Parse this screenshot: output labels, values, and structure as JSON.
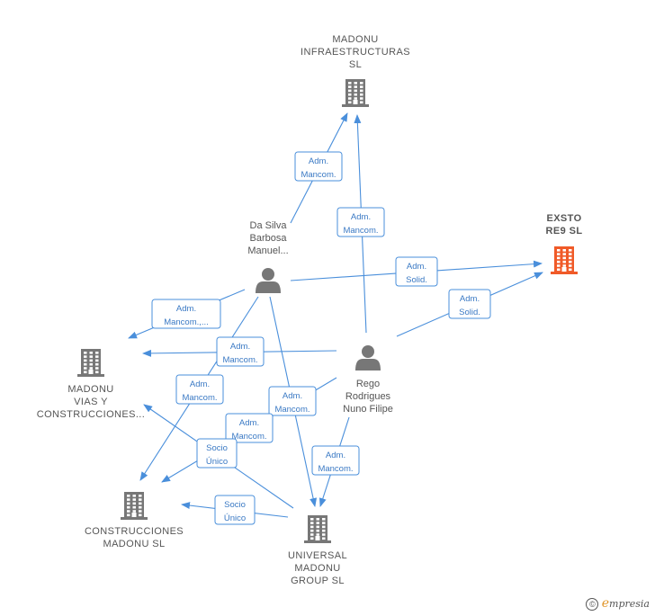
{
  "colors": {
    "accent": "#4a8fdb",
    "building": "#777777",
    "highlight": "#f05a28",
    "person": "#777777"
  },
  "nodes": [
    {
      "id": "madonu_infra",
      "type": "company",
      "label": [
        "MADONU",
        "INFRAESTRUCTURAS",
        "SL"
      ]
    },
    {
      "id": "exsto",
      "type": "company",
      "highlight": true,
      "label": [
        "EXSTO",
        "RE9 SL"
      ]
    },
    {
      "id": "da_silva",
      "type": "person",
      "label": [
        "Da Silva",
        "Barbosa",
        "Manuel..."
      ]
    },
    {
      "id": "rego",
      "type": "person",
      "label": [
        "Rego",
        "Rodrigues",
        "Nuno Filipe"
      ]
    },
    {
      "id": "madonu_vias",
      "type": "company",
      "label": [
        "MADONU",
        "VIAS Y",
        "CONSTRUCCIONES..."
      ]
    },
    {
      "id": "construcciones",
      "type": "company",
      "label": [
        "CONSTRUCCIONES",
        "MADONU SL"
      ]
    },
    {
      "id": "universal",
      "type": "company",
      "label": [
        "UNIVERSAL",
        "MADONU",
        "GROUP SL"
      ]
    }
  ],
  "edges": [
    {
      "from": "da_silva",
      "to": "madonu_infra",
      "label": [
        "Adm.",
        "Mancom."
      ]
    },
    {
      "from": "rego",
      "to": "madonu_infra",
      "label": [
        "Adm.",
        "Mancom."
      ]
    },
    {
      "from": "da_silva",
      "to": "exsto",
      "label": [
        "Adm.",
        "Solid."
      ]
    },
    {
      "from": "rego",
      "to": "exsto",
      "label": [
        "Adm.",
        "Solid."
      ]
    },
    {
      "from": "da_silva",
      "to": "madonu_vias",
      "label": [
        "Adm.",
        "Mancom.,..."
      ]
    },
    {
      "from": "rego",
      "to": "madonu_vias",
      "label": [
        "Adm.",
        "Mancom."
      ]
    },
    {
      "from": "da_silva",
      "to": "construcciones",
      "label": [
        "Adm.",
        "Mancom."
      ]
    },
    {
      "from": "da_silva",
      "to": "universal",
      "label": [
        "Adm.",
        "Mancom."
      ]
    },
    {
      "from": "rego",
      "to": "construcciones",
      "label": [
        "Adm.",
        "Mancom."
      ]
    },
    {
      "from": "rego",
      "to": "universal",
      "label": [
        "Adm.",
        "Mancom."
      ]
    },
    {
      "from": "universal",
      "to": "madonu_vias",
      "label": [
        "Socio",
        "Único"
      ]
    },
    {
      "from": "universal",
      "to": "construcciones",
      "label": [
        "Socio",
        "Único"
      ]
    }
  ],
  "footer": {
    "copyright_symbol": "©",
    "brand_e": "e",
    "brand_rest": "mpresia"
  }
}
